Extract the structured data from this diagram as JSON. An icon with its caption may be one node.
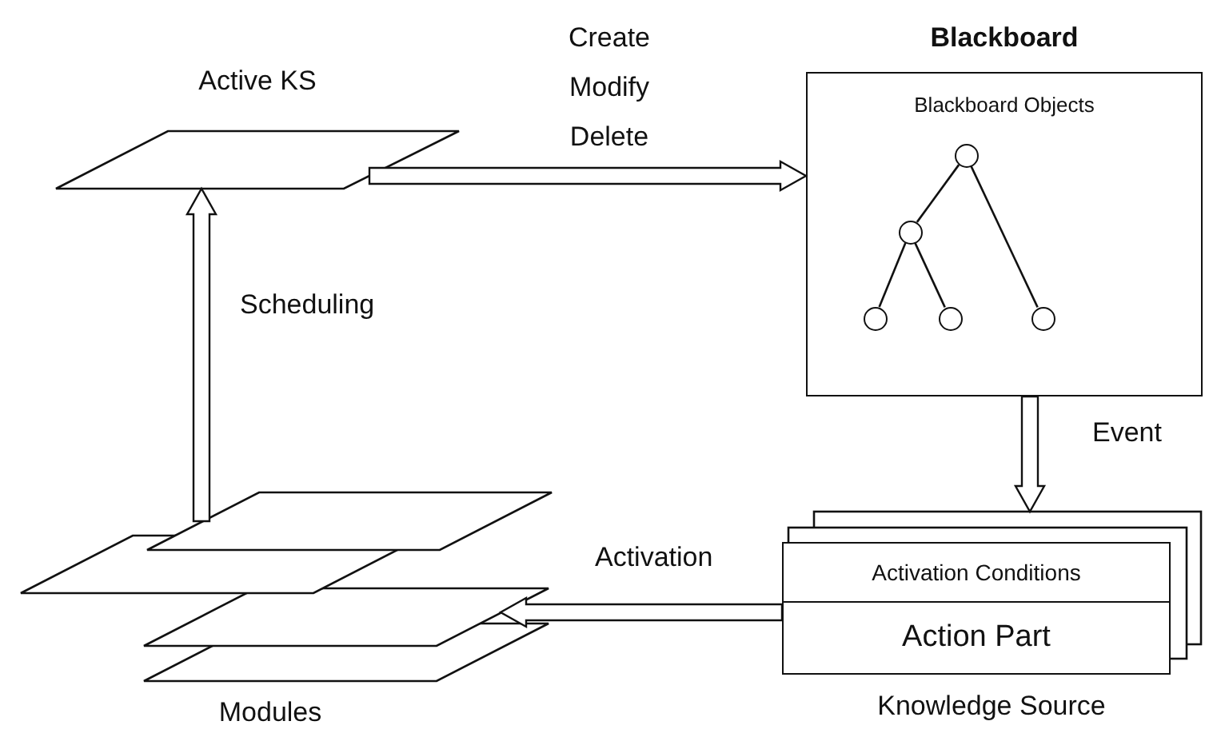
{
  "diagram": {
    "nodes": [
      {
        "text": [
          "Active KS"
        ]
      },
      {
        "text": [
          "Blackboard",
          "Blackboard Objects"
        ]
      },
      {
        "text": [],
        "shape": "circle",
        "in": 1
      },
      {
        "text": [],
        "shape": "circle",
        "in": 1
      },
      {
        "text": [],
        "shape": "circle",
        "in": 1
      },
      {
        "text": [],
        "shape": "circle",
        "in": 1
      },
      {
        "text": [],
        "shape": "circle",
        "in": 1
      },
      {
        "text": [
          "Knowledge Source"
        ]
      },
      {
        "text": [
          "Activation Conditions"
        ],
        "in": 7
      },
      {
        "text": [
          "Action Part"
        ],
        "in": 7
      },
      {
        "text": [
          "Modules"
        ]
      }
    ],
    "edges": [
      {
        "from": 10,
        "to": 0,
        "arrow": "to",
        "label": "Scheduling",
        "style": "thick"
      },
      {
        "from": 0,
        "to": 1,
        "arrow": "to",
        "label": "Create Modify Delete",
        "style": "thick"
      },
      {
        "from": 1,
        "to": 7,
        "arrow": "to",
        "label": "Event",
        "style": "thick"
      },
      {
        "from": 7,
        "to": 10,
        "arrow": "to",
        "label": "Activation",
        "style": "thick"
      },
      {
        "from": 2,
        "to": 3,
        "arrow": "none"
      },
      {
        "from": 2,
        "to": 6,
        "arrow": "none"
      },
      {
        "from": 3,
        "to": 4,
        "arrow": "none"
      },
      {
        "from": 3,
        "to": 5,
        "arrow": "none"
      }
    ]
  }
}
